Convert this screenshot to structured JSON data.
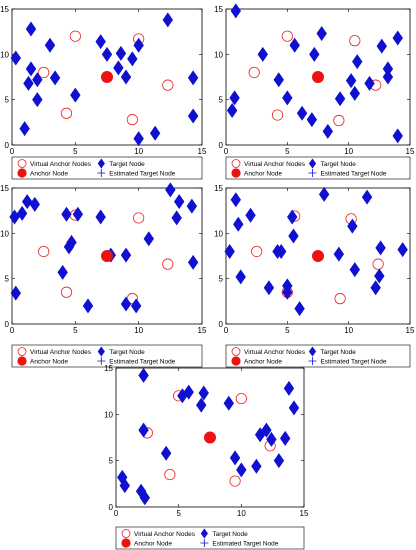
{
  "colors": {
    "target": "#1010d0",
    "anchor": "#ee1111",
    "virtual": "#ee2222",
    "axis": "#000000"
  },
  "legend": {
    "virtual_anchor": "Virtual Anchor Nodes",
    "anchor": "Anchor Node",
    "target": "Target Node",
    "estimated": "Estimated Target Node"
  },
  "chart_data": [
    {
      "type": "scatter",
      "xlim": [
        0,
        15
      ],
      "ylim": [
        0,
        15
      ],
      "xticks": [
        "0",
        "5",
        "10",
        "15"
      ],
      "yticks": [
        "0",
        "5",
        "10",
        "15"
      ],
      "anchor": [
        [
          7.5,
          7.5
        ]
      ],
      "virtual_anchors": [
        [
          2.5,
          8
        ],
        [
          5,
          12
        ],
        [
          10,
          11.7
        ],
        [
          12.3,
          6.6
        ],
        [
          9.5,
          2.8
        ],
        [
          4.3,
          3.5
        ]
      ],
      "targets": [
        [
          0.3,
          9.6
        ],
        [
          1.5,
          12.8
        ],
        [
          1.3,
          6.8
        ],
        [
          2.0,
          7.2
        ],
        [
          2.0,
          5.0
        ],
        [
          3.0,
          11.0
        ],
        [
          3.4,
          7.4
        ],
        [
          1.0,
          1.8
        ],
        [
          5.0,
          5.5
        ],
        [
          7.0,
          11.4
        ],
        [
          7.5,
          10.0
        ],
        [
          8.4,
          8.5
        ],
        [
          9.0,
          7.5
        ],
        [
          9.5,
          9.5
        ],
        [
          10.0,
          0.7
        ],
        [
          10.0,
          11.0
        ],
        [
          11.3,
          1.3
        ],
        [
          12.3,
          13.8
        ],
        [
          14.3,
          7.4
        ],
        [
          14.3,
          3.2
        ],
        [
          8.6,
          10.1
        ],
        [
          1.5,
          8.4
        ]
      ]
    },
    {
      "type": "scatter",
      "xlim": [
        0,
        15
      ],
      "ylim": [
        0,
        15
      ],
      "xticks": [
        "0",
        "5",
        "10",
        "15"
      ],
      "yticks": [
        "0",
        "5",
        "10",
        "15"
      ],
      "anchor": [
        [
          7.5,
          7.5
        ]
      ],
      "virtual_anchors": [
        [
          2.3,
          8
        ],
        [
          5,
          12
        ],
        [
          10.5,
          11.5
        ],
        [
          12.2,
          6.6
        ],
        [
          9.2,
          2.7
        ],
        [
          4.2,
          3.3
        ]
      ],
      "targets": [
        [
          0.8,
          14.8
        ],
        [
          0.5,
          3.8
        ],
        [
          0.7,
          5.2
        ],
        [
          3.0,
          10
        ],
        [
          4.3,
          7.2
        ],
        [
          5.0,
          5.2
        ],
        [
          5.6,
          11
        ],
        [
          6.2,
          3.5
        ],
        [
          7.0,
          2.8
        ],
        [
          7.2,
          10
        ],
        [
          7.8,
          12.3
        ],
        [
          8.3,
          1.5
        ],
        [
          9.3,
          5.1
        ],
        [
          10.5,
          5.7
        ],
        [
          10.2,
          7.1
        ],
        [
          10.7,
          9.2
        ],
        [
          11.7,
          6.8
        ],
        [
          12.7,
          10.9
        ],
        [
          13.2,
          8.4
        ],
        [
          14.0,
          11.8
        ],
        [
          14.0,
          1.0
        ],
        [
          13.2,
          7.5
        ]
      ]
    },
    {
      "type": "scatter",
      "xlim": [
        0,
        15
      ],
      "ylim": [
        0,
        15
      ],
      "xticks": [
        "0",
        "5",
        "10",
        "15"
      ],
      "yticks": [
        "0",
        "5",
        "10",
        "15"
      ],
      "anchor": [
        [
          7.5,
          7.5
        ]
      ],
      "virtual_anchors": [
        [
          2.5,
          8
        ],
        [
          5,
          12
        ],
        [
          10,
          11.7
        ],
        [
          12.3,
          6.6
        ],
        [
          9.5,
          2.8
        ],
        [
          4.3,
          3.5
        ]
      ],
      "targets": [
        [
          0.2,
          11.8
        ],
        [
          0.8,
          12.2
        ],
        [
          1.2,
          13.5
        ],
        [
          1.8,
          13.2
        ],
        [
          0.3,
          3.4
        ],
        [
          4.0,
          5.7
        ],
        [
          4.5,
          8.5
        ],
        [
          4.7,
          9.0
        ],
        [
          4.3,
          12.1
        ],
        [
          5.2,
          12.1
        ],
        [
          6.0,
          2.0
        ],
        [
          7.0,
          11.8
        ],
        [
          7.8,
          7.6
        ],
        [
          9.0,
          2.2
        ],
        [
          9.0,
          7.6
        ],
        [
          9.8,
          2.0
        ],
        [
          10.8,
          9.4
        ],
        [
          12.5,
          14.8
        ],
        [
          13.2,
          13.5
        ],
        [
          14.2,
          13.0
        ],
        [
          13.0,
          11.7
        ],
        [
          14.3,
          6.8
        ]
      ]
    },
    {
      "type": "scatter",
      "xlim": [
        0,
        15
      ],
      "ylim": [
        0,
        15
      ],
      "xticks": [
        "0",
        "5",
        "10",
        "15"
      ],
      "yticks": [
        "0",
        "5",
        "10",
        "15"
      ],
      "anchor": [
        [
          7.5,
          7.5
        ]
      ],
      "virtual_anchors": [
        [
          2.5,
          8
        ],
        [
          5.6,
          11.9
        ],
        [
          10.2,
          11.6
        ],
        [
          12.4,
          6.6
        ],
        [
          9.3,
          2.8
        ],
        [
          5,
          3.5
        ]
      ],
      "targets": [
        [
          0.8,
          13.7
        ],
        [
          1.0,
          11.0
        ],
        [
          2.0,
          12.0
        ],
        [
          1.2,
          5.2
        ],
        [
          3.5,
          4.0
        ],
        [
          4.2,
          8.0
        ],
        [
          5.0,
          3.5
        ],
        [
          5.0,
          4.2
        ],
        [
          5.5,
          9.7
        ],
        [
          5.4,
          11.8
        ],
        [
          6.0,
          1.7
        ],
        [
          8.0,
          14.3
        ],
        [
          9.2,
          7.7
        ],
        [
          10.5,
          6.0
        ],
        [
          10.3,
          10.8
        ],
        [
          11.5,
          14.0
        ],
        [
          12.2,
          4.0
        ],
        [
          12.5,
          5.3
        ],
        [
          12.6,
          8.4
        ],
        [
          14.4,
          8.2
        ],
        [
          0.3,
          8.0
        ],
        [
          4.5,
          8.0
        ]
      ]
    },
    {
      "type": "scatter",
      "xlim": [
        0,
        15
      ],
      "ylim": [
        0,
        15
      ],
      "xticks": [
        "0",
        "5",
        "10",
        "15"
      ],
      "yticks": [
        "0",
        "5",
        "10",
        "15"
      ],
      "anchor": [
        [
          7.5,
          7.5
        ]
      ],
      "virtual_anchors": [
        [
          2.5,
          8
        ],
        [
          5,
          12
        ],
        [
          10,
          11.7
        ],
        [
          12.3,
          6.6
        ],
        [
          9.5,
          2.8
        ],
        [
          4.3,
          3.5
        ]
      ],
      "targets": [
        [
          0.5,
          3.2
        ],
        [
          0.7,
          2.3
        ],
        [
          2.0,
          1.7
        ],
        [
          2.3,
          1.0
        ],
        [
          2.2,
          14.2
        ],
        [
          2.2,
          8.3
        ],
        [
          4.0,
          5.8
        ],
        [
          5.3,
          12
        ],
        [
          5.8,
          12.4
        ],
        [
          6.8,
          11.0
        ],
        [
          7.0,
          12.3
        ],
        [
          9.0,
          11.2
        ],
        [
          9.5,
          5.3
        ],
        [
          10.0,
          4.0
        ],
        [
          11.2,
          4.4
        ],
        [
          11.5,
          7.8
        ],
        [
          12.0,
          8.3
        ],
        [
          12.4,
          7.3
        ],
        [
          13.0,
          5.0
        ],
        [
          13.5,
          7.4
        ],
        [
          14.2,
          10.7
        ],
        [
          13.8,
          12.8
        ]
      ]
    }
  ]
}
